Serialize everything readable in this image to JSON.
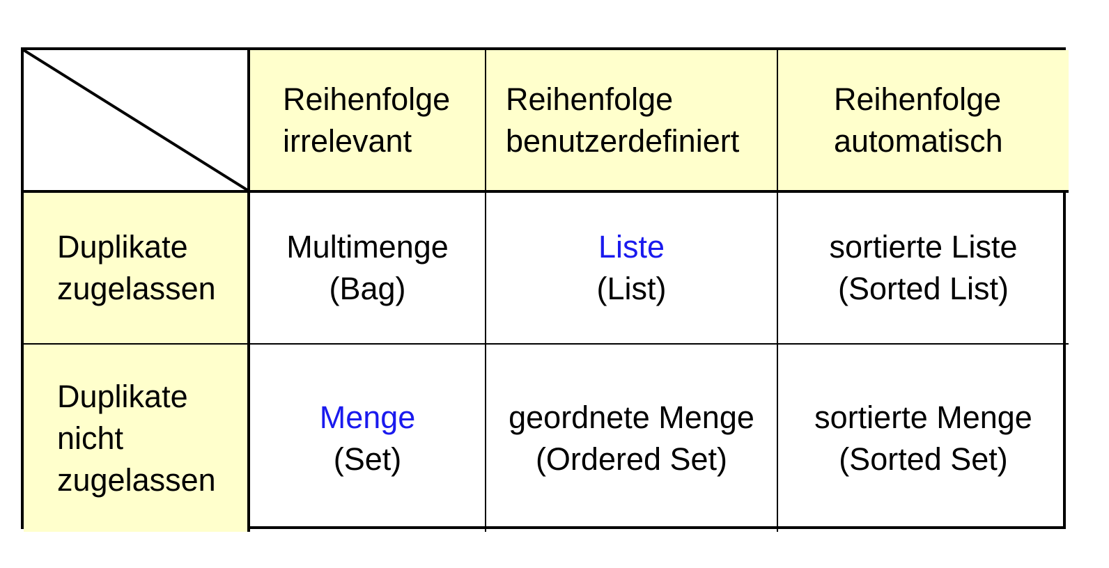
{
  "columns": [
    {
      "line1": "Reihenfolge",
      "line2": "irrelevant"
    },
    {
      "line1": "Reihenfolge",
      "line2": "benutzerdefiniert"
    },
    {
      "line1": "Reihenfolge",
      "line2": "automatisch"
    }
  ],
  "rows": [
    {
      "header": {
        "line1": "Duplikate",
        "line2": "zugelassen"
      },
      "cells": [
        {
          "line1": "Multimenge",
          "line2": "(Bag)"
        },
        {
          "line1": "Liste",
          "line2": "(List)"
        },
        {
          "line1": "sortierte Liste",
          "line2": "(Sorted List)"
        }
      ]
    },
    {
      "header": {
        "line1": "Duplikate",
        "line2": "nicht",
        "line3": "zugelassen"
      },
      "cells": [
        {
          "line1": "Menge",
          "line2": "(Set)"
        },
        {
          "line1": "geordnete Menge",
          "line2": "(Ordered Set)"
        },
        {
          "line1": "sortierte Menge",
          "line2": "(Sorted Set)"
        }
      ]
    }
  ],
  "colors": {
    "header_fill": "#ffffcc",
    "highlight_text": "#1a1aee",
    "border": "#000000"
  }
}
